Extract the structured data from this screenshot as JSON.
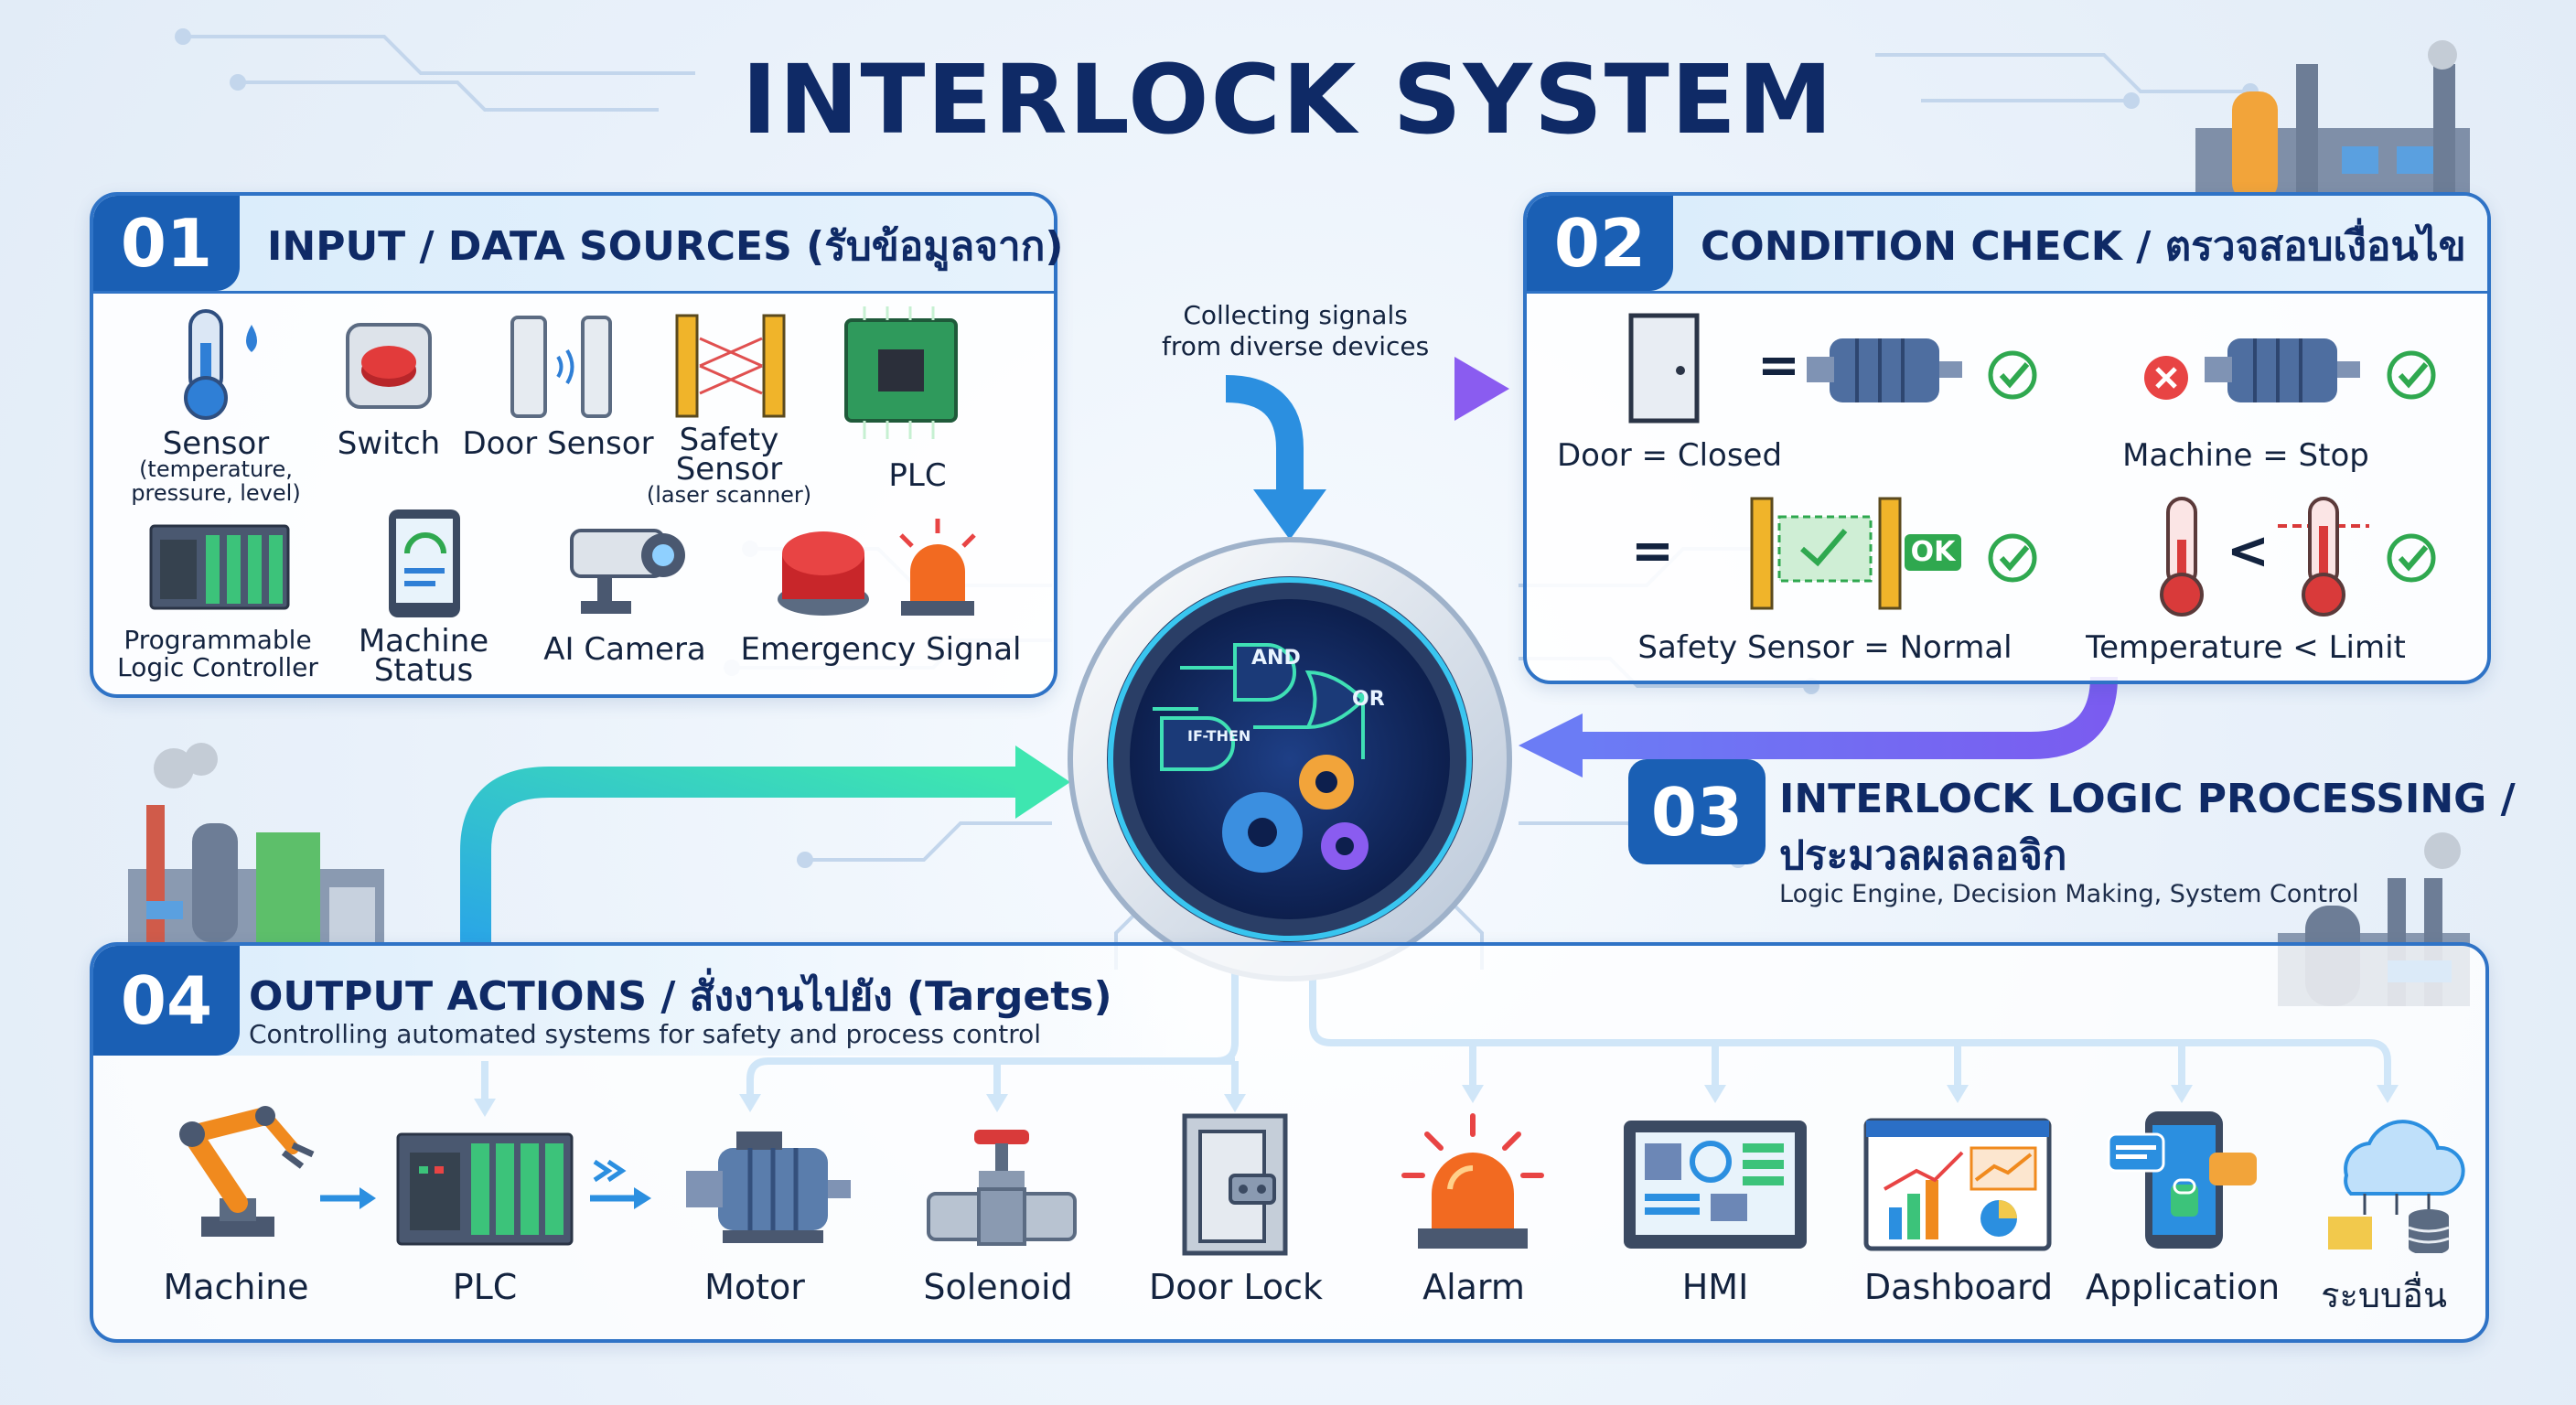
{
  "title": "INTERLOCK SYSTEM",
  "colors": {
    "primary": "#1a5fb4",
    "navy": "#0f2a66",
    "flow_teal": "#33d3c5",
    "flow_purple": "#8a5cf0",
    "check": "#2fa84f"
  },
  "sections": {
    "input": {
      "number": "01",
      "title": "INPUT / DATA SOURCES (รับข้อมูลจาก)",
      "items": [
        {
          "icon": "thermometer-icon",
          "label": "Sensor",
          "sub": "(temperature,\npressure, level)"
        },
        {
          "icon": "switch-icon",
          "label": "Switch",
          "sub": ""
        },
        {
          "icon": "door-sensor-icon",
          "label": "Door Sensor",
          "sub": ""
        },
        {
          "icon": "safety-sensor-icon",
          "label": "Safety\nSensor",
          "sub": "(laser scanner)"
        },
        {
          "icon": "plc-chip-icon",
          "label": "PLC",
          "sub": ""
        },
        {
          "icon": "plc-rack-icon",
          "label": "Programmable\nLogic Controller",
          "sub": ""
        },
        {
          "icon": "tablet-gauge-icon",
          "label": "Machine\nStatus",
          "sub": ""
        },
        {
          "icon": "camera-icon",
          "label": "AI Camera",
          "sub": ""
        },
        {
          "icon": "emergency-icon",
          "label": "Emergency Signal",
          "sub": ""
        }
      ]
    },
    "flow_note": "Collecting signals\nfrom diverse devices",
    "condition": {
      "number": "02",
      "title": "CONDITION CHECK / ตรวจสอบเงื่อนไข",
      "items": [
        {
          "label": "Door = Closed",
          "status": "check-icon"
        },
        {
          "label": "Machine = Stop",
          "status": "check-icon"
        },
        {
          "label": "Safety Sensor = Normal",
          "badge": "OK",
          "status": "check-icon"
        },
        {
          "label": "Temperature < Limit",
          "status": "check-icon"
        }
      ],
      "symbols": {
        "eq": "=",
        "lt": "<"
      }
    },
    "processing": {
      "number": "03",
      "title_line1": "INTERLOCK LOGIC PROCESSING /",
      "title_line2": "ประมวลผลลอจิก",
      "subtitle": "Logic Engine, Decision Making, System Control",
      "gates": [
        "AND",
        "OR",
        "IF-THEN"
      ]
    },
    "output": {
      "number": "04",
      "title": "OUTPUT ACTIONS / สั่งงานไปยัง (Targets)",
      "subtitle": "Controlling automated systems for safety and process control",
      "items": [
        {
          "icon": "robot-arm-icon",
          "label": "Machine"
        },
        {
          "icon": "plc-rack-icon",
          "label": "PLC"
        },
        {
          "icon": "motor-icon",
          "label": "Motor"
        },
        {
          "icon": "valve-icon",
          "label": "Solenoid"
        },
        {
          "icon": "door-lock-icon",
          "label": "Door Lock"
        },
        {
          "icon": "alarm-icon",
          "label": "Alarm"
        },
        {
          "icon": "hmi-icon",
          "label": "HMI"
        },
        {
          "icon": "dashboard-icon",
          "label": "Dashboard"
        },
        {
          "icon": "phone-app-icon",
          "label": "Application"
        },
        {
          "icon": "cloud-icon",
          "label": "ระบบอื่น"
        }
      ]
    }
  }
}
